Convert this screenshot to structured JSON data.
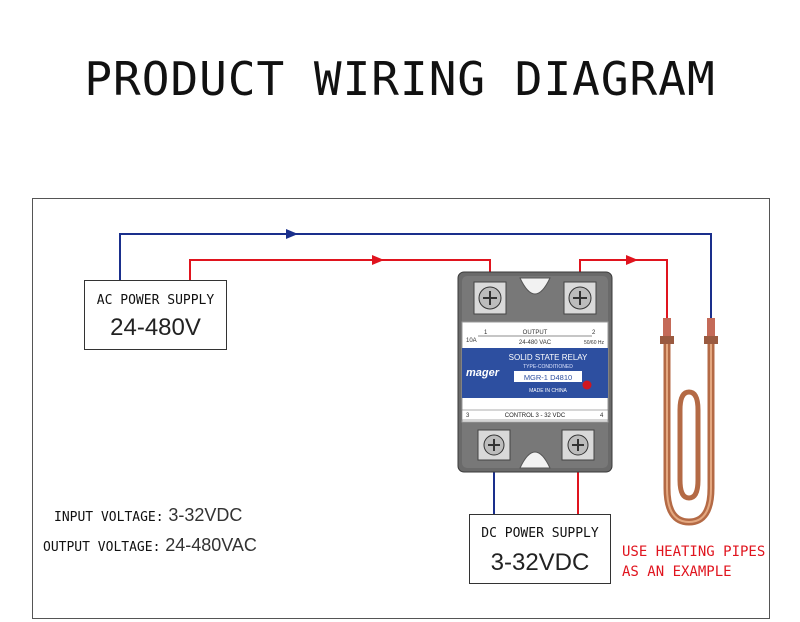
{
  "title": "PRODUCT WIRING DIAGRAM",
  "ac_supply": {
    "label": "AC POWER SUPPLY",
    "value": "24-480V"
  },
  "dc_supply": {
    "label": "DC POWER SUPPLY",
    "value": "3-32VDC"
  },
  "specs": [
    {
      "key": "INPUT VOLTAGE:",
      "value": "3-32VDC"
    },
    {
      "key": "OUTPUT VOLTAGE:",
      "value": "24-480VAC"
    }
  ],
  "note_lines": [
    "USE HEATING PIPES",
    "AS AN EXAMPLE"
  ],
  "relay": {
    "output_label": "OUTPUT",
    "output_rating": "24-480 VAC",
    "freq": "50/60 Hz",
    "current": "10A",
    "brand": "mager",
    "type": "SOLID STATE RELAY",
    "subtype": "TYPE-CONDITIONED",
    "model": "MGR-1 D4810",
    "made_in": "MADE IN CHINA",
    "control_label": "CONTROL 3 - 32 VDC",
    "terminal_1": "1",
    "terminal_2": "2",
    "terminal_3": "3",
    "terminal_4": "4"
  },
  "colors": {
    "live_wire": "#e0141e",
    "neutral_wire": "#1a2f8c",
    "relay_label": "#2d4fa0"
  }
}
